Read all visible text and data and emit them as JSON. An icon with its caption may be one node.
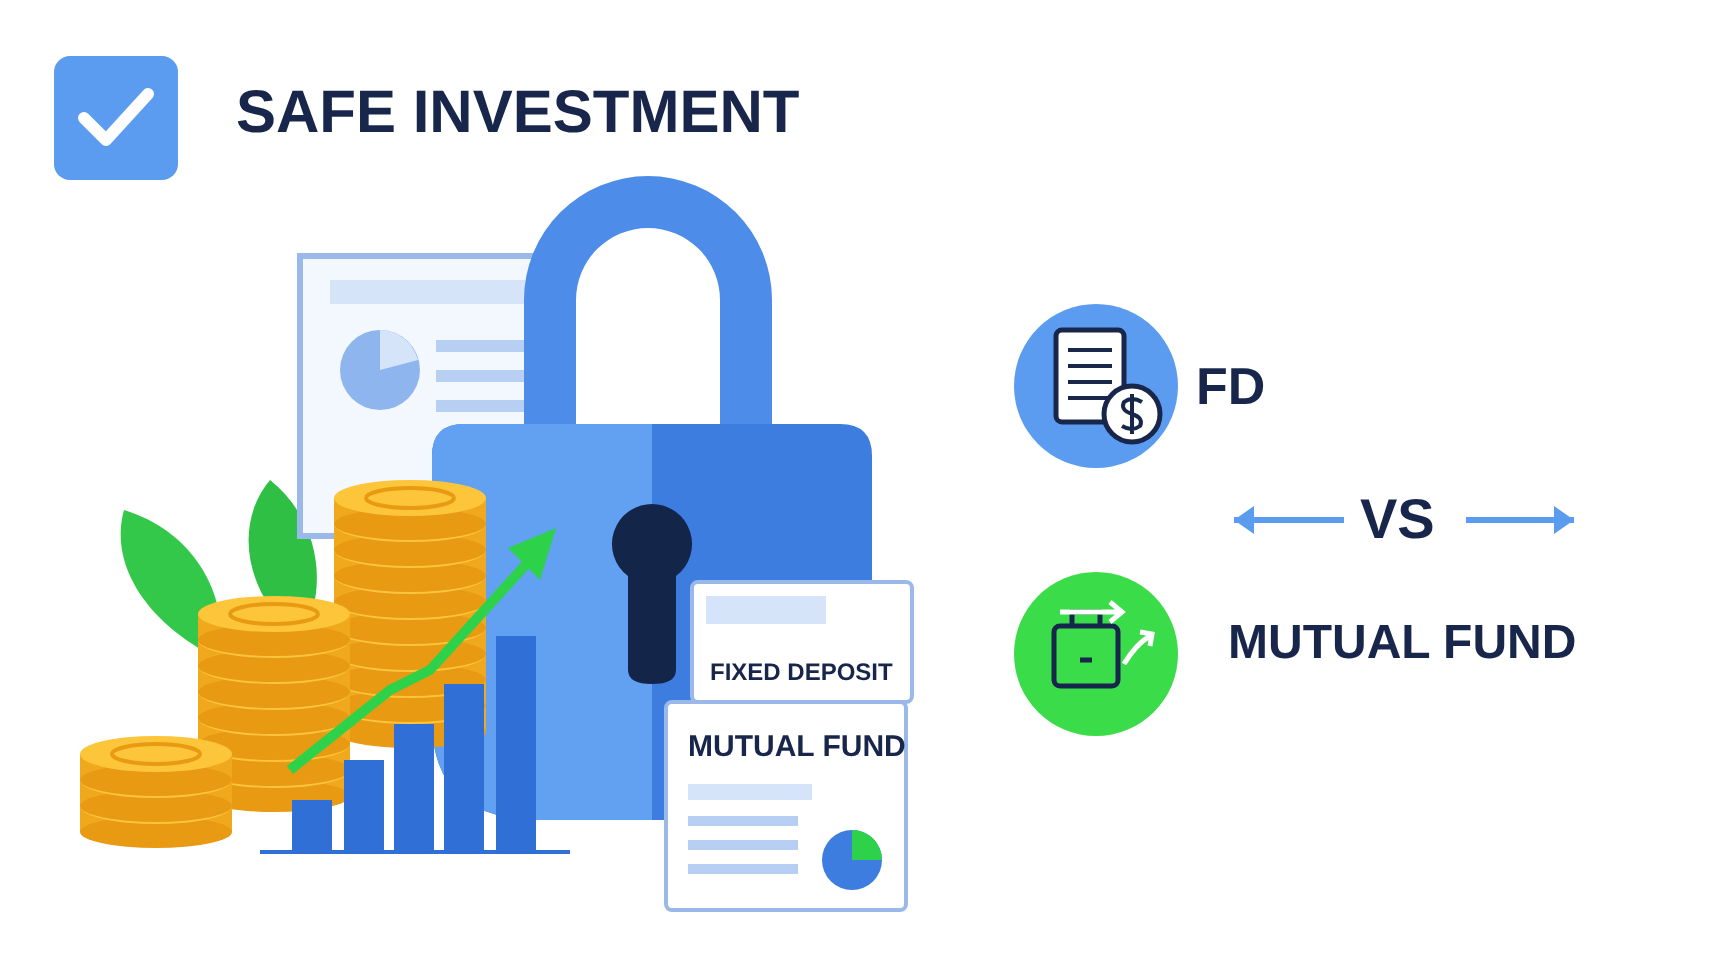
{
  "diagram": {
    "title": "SAFE INVESTMENT",
    "nodes": [
      {
        "text": [
          "FIXED DEPOSIT"
        ]
      },
      {
        "text": [
          "MUTUAL FUND"
        ]
      }
    ],
    "labels": [
      "FD",
      "VS",
      "MUTUAL FUND"
    ]
  }
}
